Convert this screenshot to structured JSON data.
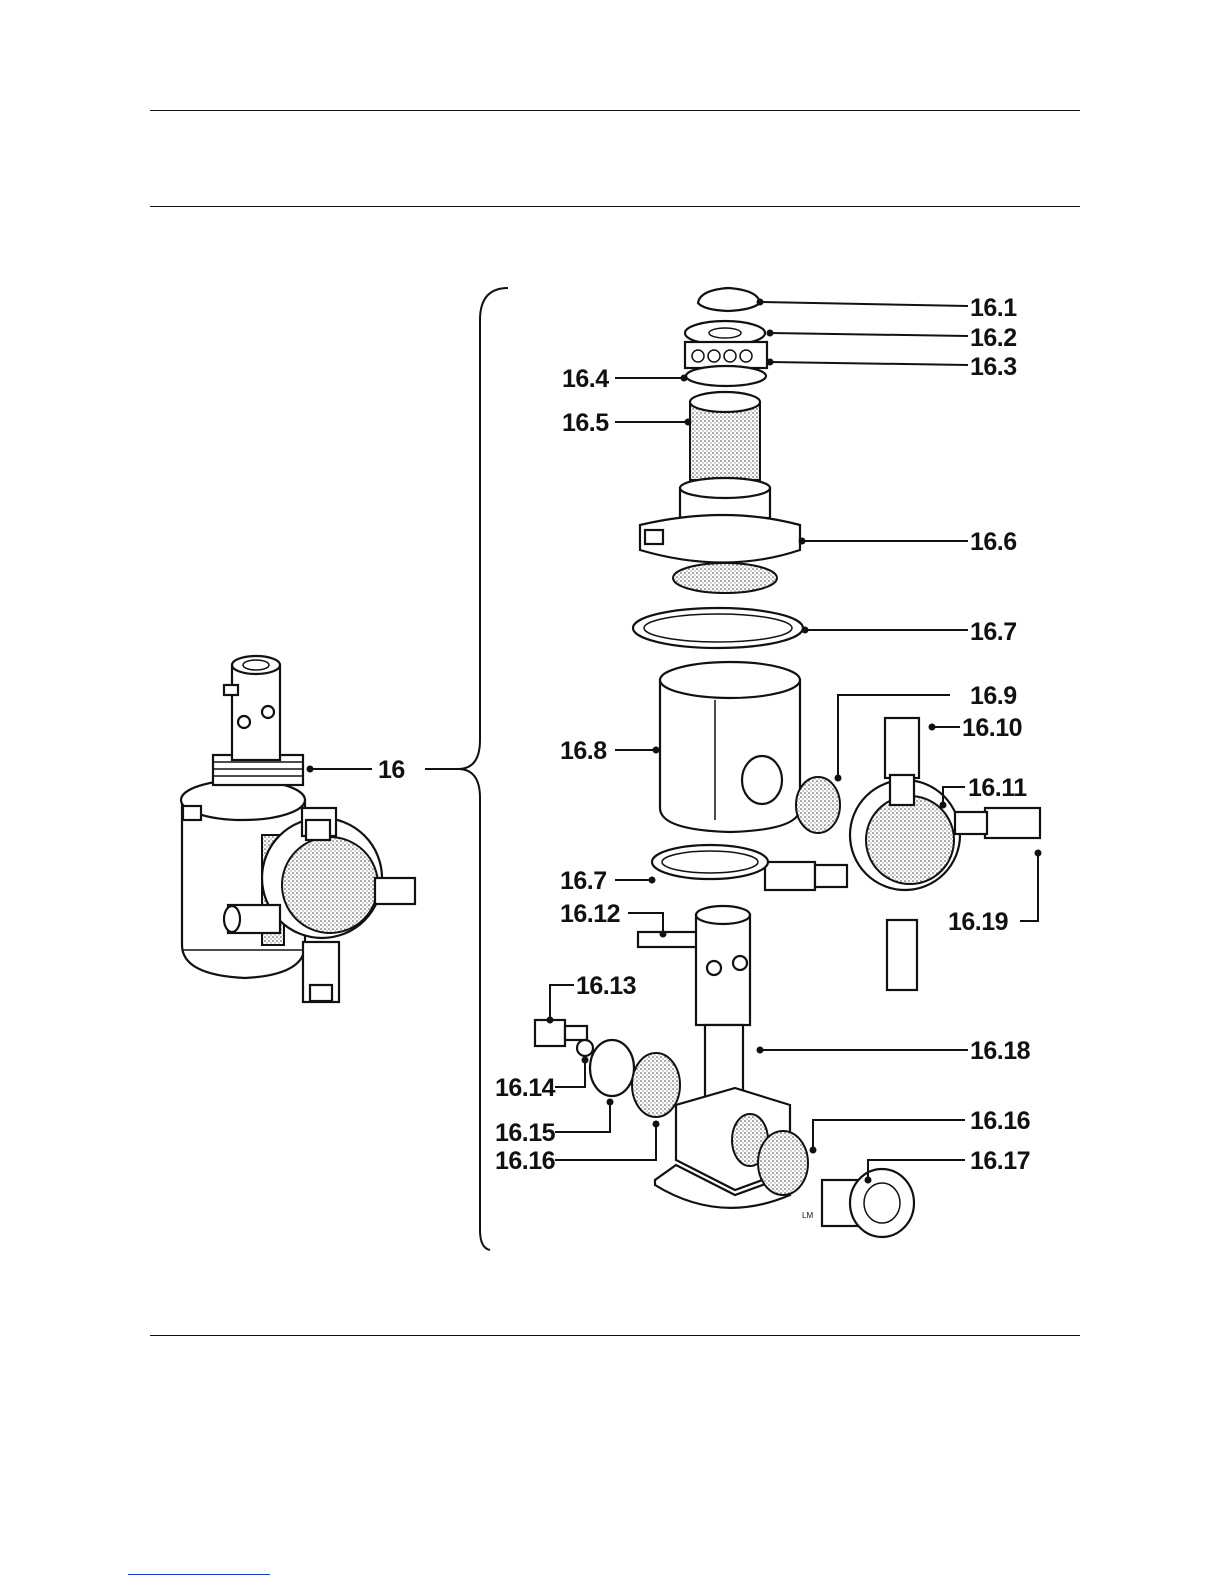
{
  "assembly_label": "16",
  "parts": {
    "p16_1": "16.1",
    "p16_2": "16.2",
    "p16_3": "16.3",
    "p16_4": "16.4",
    "p16_5": "16.5",
    "p16_6": "16.6",
    "p16_7_top": "16.7",
    "p16_8": "16.8",
    "p16_9": "16.9",
    "p16_10": "16.10",
    "p16_11": "16.11",
    "p16_7_bottom": "16.7",
    "p16_12": "16.12",
    "p16_19": "16.19",
    "p16_13": "16.13",
    "p16_18": "16.18",
    "p16_14": "16.14",
    "p16_15": "16.15",
    "p16_16_right": "16.16",
    "p16_16_left": "16.16",
    "p16_17": "16.17"
  },
  "artist_mark": "LM"
}
